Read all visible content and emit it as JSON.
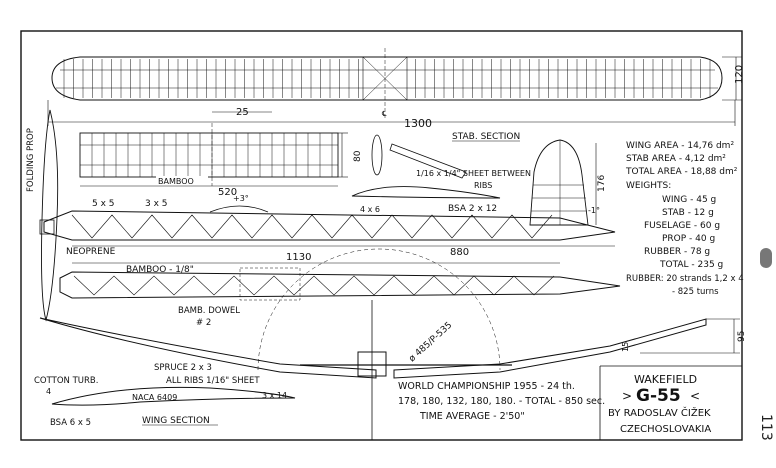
{
  "title_block": {
    "class_label": "WAKEFIELD",
    "model_name": "G-55",
    "author": "BY RADOSLAV ČIŽEK",
    "country": "CZECHOSLOVAKIA"
  },
  "specs": {
    "wing_area": "WING AREA - 14,76 dm²",
    "stab_area": "STAB AREA - 4,12 dm²",
    "total_area": "TOTAL AREA - 18,88 dm²",
    "weights_heading": "WEIGHTS:",
    "wing_weight": "WING - 45 g",
    "stab_weight": "STAB - 12 g",
    "fuselage_weight": "FUSELAGE - 60 g",
    "prop_weight": "PROP - 40 g",
    "rubber_weight": "RUBBER - 78 g",
    "total_weight": "TOTAL - 235 g",
    "rubber_spec_1": "RUBBER: 20 strands 1,2 x 4",
    "rubber_spec_2": "- 825 turns"
  },
  "championship": {
    "line1": "WORLD CHAMPIONSHIP 1955 - 24 th.",
    "line2": "178, 180, 132, 180, 180. - TOTAL - 850 sec.",
    "line3": "TIME AVERAGE - 2'50\""
  },
  "labels": {
    "folding_prop": "FOLDING PROP",
    "bamboo": "BAMBOO",
    "stab_section": "STAB. SECTION",
    "sheet_between_ribs_1": "1/16 x 1/4\" SHEET BETWEEN",
    "sheet_between_ribs_2": "RIBS",
    "bsa_2x12": "BSA 2 x 12",
    "four_x_six": "4 x 6",
    "five_x_five": "5 x 5",
    "three_x_five": "3 x 5",
    "plus_three_deg": "+3°",
    "minus_one_deg": "-1°",
    "neoprene": "NEOPRENE",
    "bamboo_one_eighth": "BAMBOO - 1/8\"",
    "bamb_dowel": "BAMB. DOWEL",
    "dowel_num": "# 2",
    "cotton_turb": "COTTON TURB.",
    "spruce": "SPRUCE 2 x 3",
    "all_ribs": "ALL RIBS 1/16\" SHEET",
    "naca": "NACA 6409",
    "three_x_fourteen": "3 x 14",
    "bsa_6x5": "BSA 6 x 5",
    "wing_section": "WING SECTION",
    "prop_diameter": "ø 485/P-535"
  },
  "dimensions": {
    "wing_chord": "120",
    "wing_span": "1300",
    "rib_spacing": "25",
    "stab_span": "520",
    "stab_chord": "80",
    "fin_height": "176",
    "fuselage_length": "880",
    "motor_length": "1130",
    "dihedral_height": "95",
    "tip_rise": "15",
    "le_offset": "4"
  },
  "sheet_number": "113"
}
